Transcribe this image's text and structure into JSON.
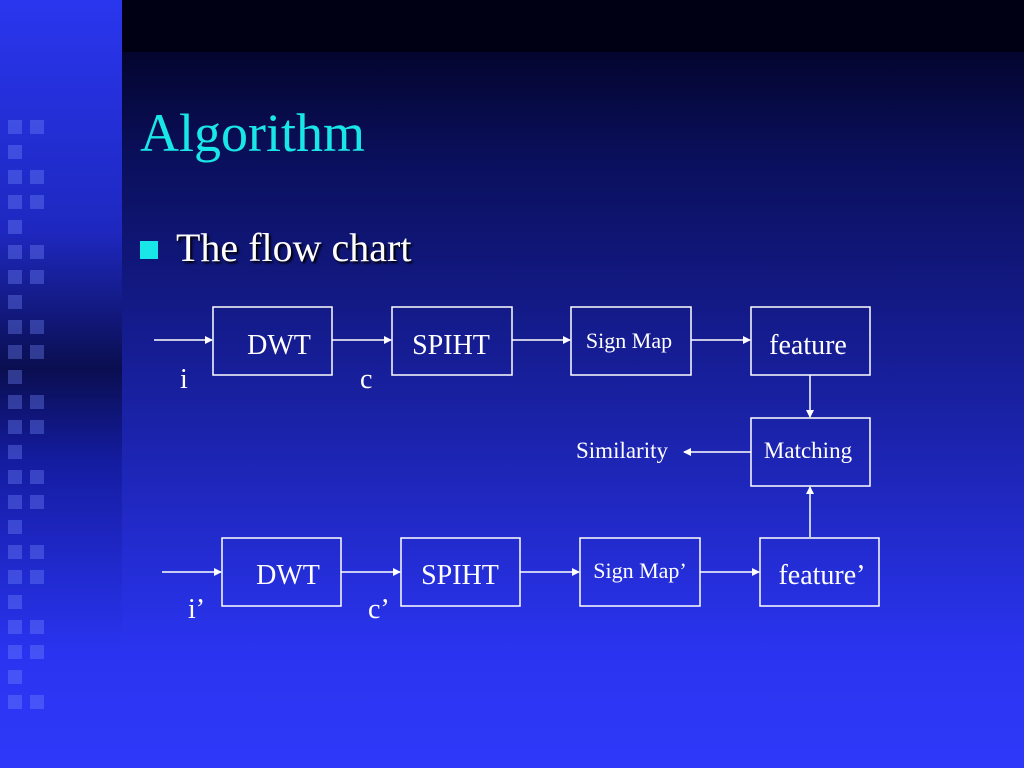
{
  "slide": {
    "title": "Algorithm",
    "bullet": "The flow chart"
  },
  "flow_chart": {
    "row1": {
      "input_label": "i",
      "mid_label": "c",
      "boxes": [
        "DWT",
        "SPIHT",
        "Sign Map",
        "feature"
      ]
    },
    "matching": "Matching",
    "output": "Similarity",
    "row2": {
      "input_label": "i’",
      "mid_label": "c’",
      "boxes": [
        "DWT",
        "SPIHT",
        "Sign Map’",
        "feature’"
      ]
    }
  },
  "colors": {
    "title": "#19e6e6",
    "bullet": "#19e6e6",
    "text": "#ffffff"
  }
}
